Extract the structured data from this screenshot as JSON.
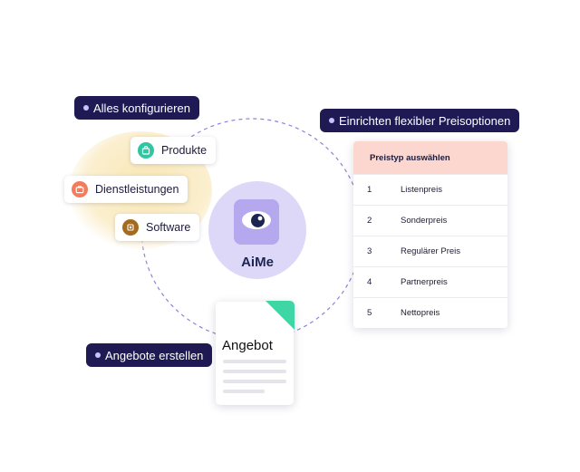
{
  "center": {
    "brand": "AiMe",
    "icon": "eye-icon"
  },
  "pills": {
    "configure": "Alles konfigurieren",
    "pricing": "Einrichten flexibler Preisoptionen",
    "quotes": "Angebote erstellen"
  },
  "chips": [
    {
      "label": "Produkte",
      "icon": "shopping-bag-icon",
      "color": "#2fc6a1"
    },
    {
      "label": "Dienstleistungen",
      "icon": "briefcase-icon",
      "color": "#f47b5b"
    },
    {
      "label": "Software",
      "icon": "chip-icon",
      "color": "#a46b1f"
    }
  ],
  "price_table": {
    "header": "Preistyp auswählen",
    "rows": [
      {
        "num": "1",
        "name": "Listenpreis"
      },
      {
        "num": "2",
        "name": "Sonderpreis"
      },
      {
        "num": "3",
        "name": "Regulärer Preis"
      },
      {
        "num": "4",
        "name": "Partnerpreis"
      },
      {
        "num": "5",
        "name": "Nettopreis"
      }
    ]
  },
  "document": {
    "title": "Angebot",
    "fold_color": "#3dd6a4"
  },
  "colors": {
    "navy": "#1f1a53",
    "lavender": "#ddd8f8",
    "tile": "#b5a8ee",
    "header_pink": "#fbd7d0",
    "blob_yellow": "#f8e6b3",
    "orbit": "#8a84d8"
  }
}
